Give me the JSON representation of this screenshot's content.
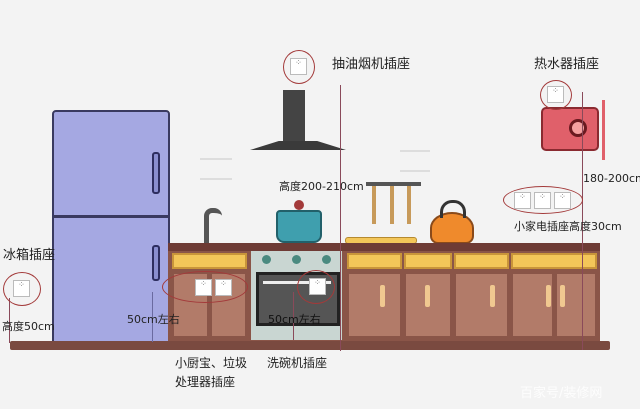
{
  "labels": {
    "hood_socket": "抽油烟机插座",
    "heater_socket": "热水器插座",
    "hood_height": "高度200-210cm",
    "heater_height": "180-200cm",
    "small_appliance": "小家电插座高度30cm",
    "fridge_socket": "冰箱插座",
    "fridge_height": "高度50cm",
    "sink_height": "50cm左右",
    "dishwasher_height": "50cm左右",
    "sink_socket_line1": "小厨宝、垃圾",
    "sink_socket_line2": "处理器插座",
    "dishwasher_socket": "洗碗机插座"
  },
  "watermark": "百家号/装修网",
  "colors": {
    "fridge": "#a5a8e2",
    "countertop": "#6e3b35",
    "cabinet": "#b27b69",
    "drawer": "#f3c659",
    "heater": "#e0606a",
    "pot": "#3f9fae",
    "kettle": "#ef8a2c",
    "highlight_ring": "#a33a3a"
  }
}
